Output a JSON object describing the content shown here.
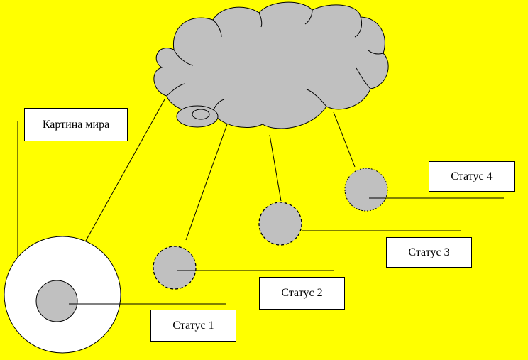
{
  "labels": {
    "world_picture": "Картина мира",
    "status_1": "Статус 1",
    "status_2": "Статус 2",
    "status_3": "Статус 3",
    "status_4": "Статус 4"
  },
  "colors": {
    "background": "#ffff00",
    "cloud": "#c0c0c0",
    "status_circle": "#c0c0c0",
    "outer_circle": "#ffffff",
    "line": "#000000"
  }
}
